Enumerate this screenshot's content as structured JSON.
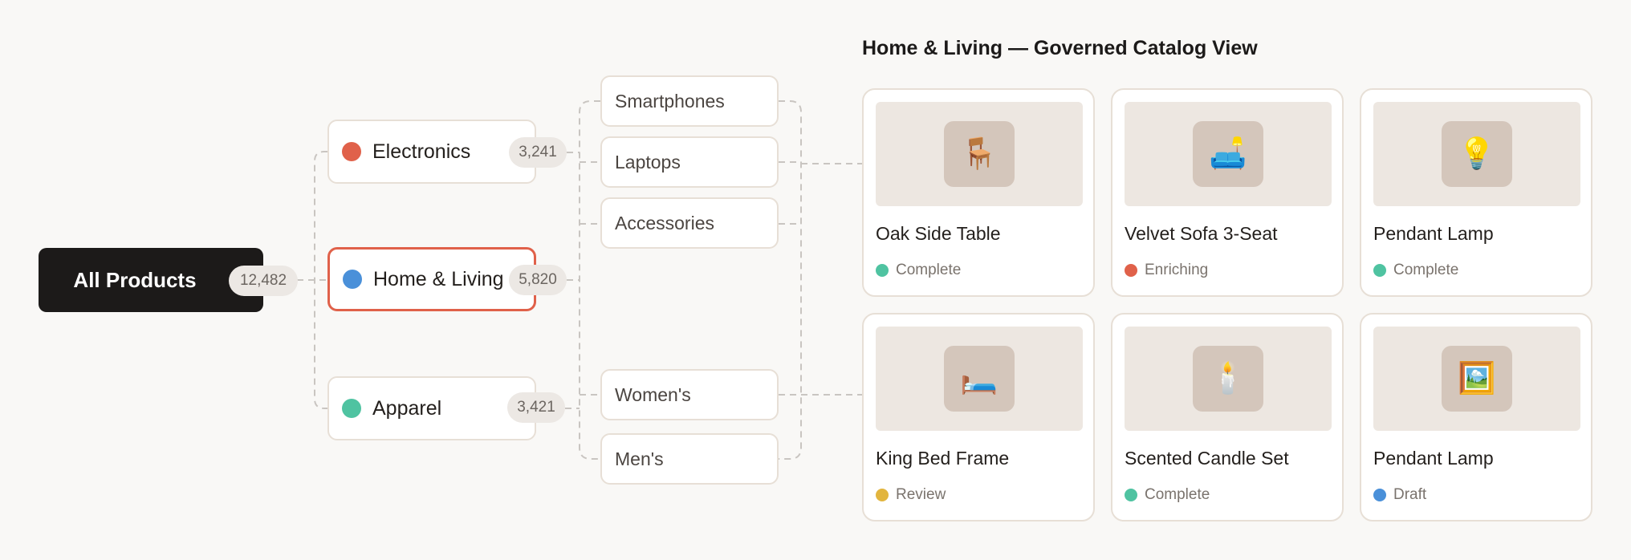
{
  "root": {
    "label": "All Products",
    "count": "12,482"
  },
  "categories": [
    {
      "label": "Electronics",
      "count": "3,241",
      "dot_color": "#e0614a",
      "selected": false
    },
    {
      "label": "Home & Living",
      "count": "5,820",
      "dot_color": "#4a90d9",
      "selected": true
    },
    {
      "label": "Apparel",
      "count": "3,421",
      "dot_color": "#4fc3a1",
      "selected": false
    }
  ],
  "subcategories": [
    "Smartphones",
    "Laptops",
    "Accessories",
    "Women's",
    "Men's"
  ],
  "panel": {
    "title": "Home & Living — Governed Catalog View",
    "products": [
      {
        "name": "Oak Side Table",
        "status": "Complete",
        "status_color": "#4fc3a1",
        "icon": "chair-icon",
        "glyph": "🪑"
      },
      {
        "name": "Velvet Sofa 3-Seat",
        "status": "Enriching",
        "status_color": "#e0614a",
        "icon": "sofa-icon",
        "glyph": "🛋️"
      },
      {
        "name": "Pendant Lamp",
        "status": "Complete",
        "status_color": "#4fc3a1",
        "icon": "lightbulb-icon",
        "glyph": "💡"
      },
      {
        "name": "King Bed Frame",
        "status": "Review",
        "status_color": "#e2b53e",
        "icon": "bed-icon",
        "glyph": "🛏️"
      },
      {
        "name": "Scented Candle Set",
        "status": "Complete",
        "status_color": "#4fc3a1",
        "icon": "candle-icon",
        "glyph": "🕯️"
      },
      {
        "name": "Pendant Lamp",
        "status": "Draft",
        "status_color": "#4a90d9",
        "icon": "framed-picture-icon",
        "glyph": "🖼️"
      }
    ]
  },
  "colors": {
    "accent_border": "#e0614a",
    "card_border": "#e7dfd6",
    "root_bg": "#1c1a19",
    "connector": "#c9c5c1"
  }
}
